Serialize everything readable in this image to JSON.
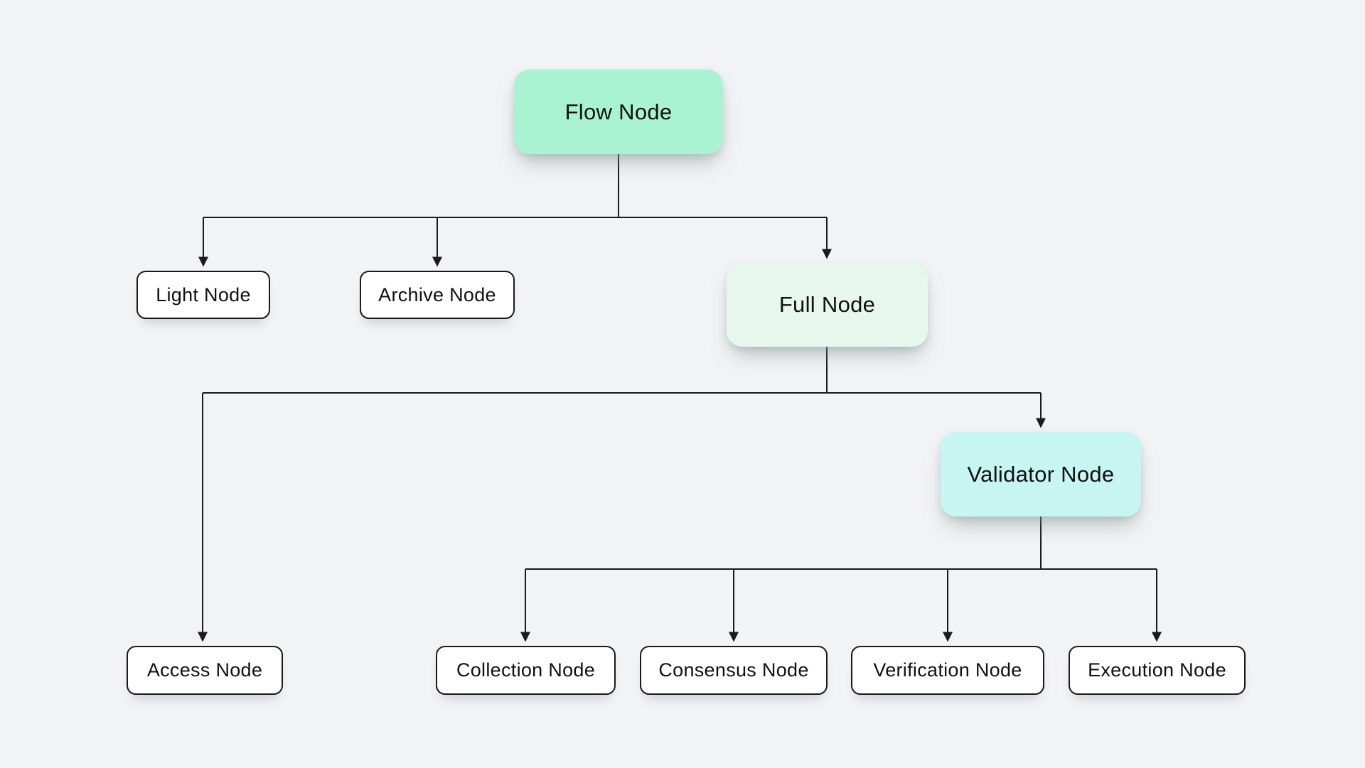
{
  "page": {
    "background": "#f2f3f6"
  },
  "diagram": {
    "type": "tree",
    "line_color": "#1a1a1a",
    "text_color": "#111111",
    "nodes": [
      {
        "id": "flow-node",
        "label": "Flow Node",
        "fill": "#a9f2d2",
        "variant": "highlight"
      },
      {
        "id": "light-node",
        "label": "Light Node",
        "fill": "#ffffff",
        "variant": "outline"
      },
      {
        "id": "archive-node",
        "label": "Archive Node",
        "fill": "#ffffff",
        "variant": "outline"
      },
      {
        "id": "full-node",
        "label": "Full Node",
        "fill": "#e7f7ee",
        "variant": "highlight"
      },
      {
        "id": "access-node",
        "label": "Access Node",
        "fill": "#ffffff",
        "variant": "outline"
      },
      {
        "id": "validator-node",
        "label": "Validator Node",
        "fill": "#c7f5f2",
        "variant": "highlight"
      },
      {
        "id": "collection-node",
        "label": "Collection Node",
        "fill": "#ffffff",
        "variant": "outline"
      },
      {
        "id": "consensus-node",
        "label": "Consensus Node",
        "fill": "#ffffff",
        "variant": "outline"
      },
      {
        "id": "verification-node",
        "label": "Verification Node",
        "fill": "#ffffff",
        "variant": "outline"
      },
      {
        "id": "execution-node",
        "label": "Execution Node",
        "fill": "#ffffff",
        "variant": "outline"
      }
    ],
    "edges": [
      {
        "from": "Flow Node",
        "to": "Light Node"
      },
      {
        "from": "Flow Node",
        "to": "Archive Node"
      },
      {
        "from": "Flow Node",
        "to": "Full Node"
      },
      {
        "from": "Full Node",
        "to": "Access Node"
      },
      {
        "from": "Full Node",
        "to": "Validator Node"
      },
      {
        "from": "Validator Node",
        "to": "Collection Node"
      },
      {
        "from": "Validator Node",
        "to": "Consensus Node"
      },
      {
        "from": "Validator Node",
        "to": "Verification Node"
      },
      {
        "from": "Validator Node",
        "to": "Execution Node"
      }
    ]
  }
}
